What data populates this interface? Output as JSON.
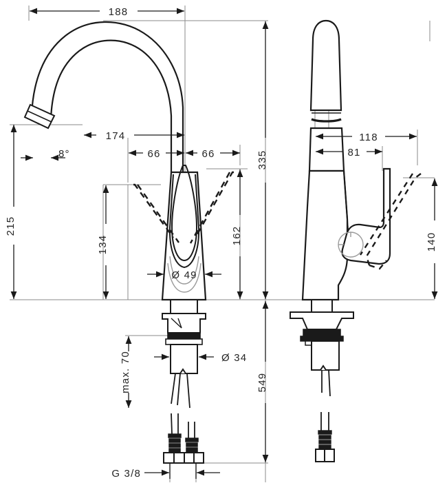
{
  "drawing": {
    "title": "Kitchen mixer tap dimensional drawing",
    "units": "mm",
    "views": [
      {
        "name": "front-view",
        "label": ""
      },
      {
        "name": "side-view",
        "label": ""
      }
    ],
    "line_color": "#262626",
    "hidden_line_color": "#1a1a1a",
    "thin_line_color": "#808080",
    "background": "#ffffff"
  },
  "dimensions": {
    "spout_reach_total": "188",
    "spout_reach_inner": "174",
    "offset_left": "66",
    "offset_right": "66",
    "spout_tilt_angle": "8",
    "degree_symbol": "°",
    "spout_height_outlet": "215",
    "total_height": "335",
    "body_height_low": "134",
    "body_height_high": "162",
    "spout_diameter": "Ø 49",
    "shank_diameter": "Ø 34",
    "counter_thickness": "max. 70",
    "overall_with_hoses": "549",
    "connection_thread": "G 3/8",
    "side_depth_total": "118",
    "side_depth_handle": "81",
    "handle_swivel_height": "140"
  },
  "labels": {
    "d188": "188",
    "d174": "174",
    "d66a": "66",
    "d66b": "66",
    "d8deg": "8°",
    "d215": "215",
    "d335": "335",
    "d134": "134",
    "d162": "162",
    "d49": "Ø 49",
    "d34": "Ø 34",
    "dmax70": "max. 70",
    "d549": "549",
    "g38": "G 3/8",
    "d118": "118",
    "d81": "81",
    "d140": "140"
  }
}
